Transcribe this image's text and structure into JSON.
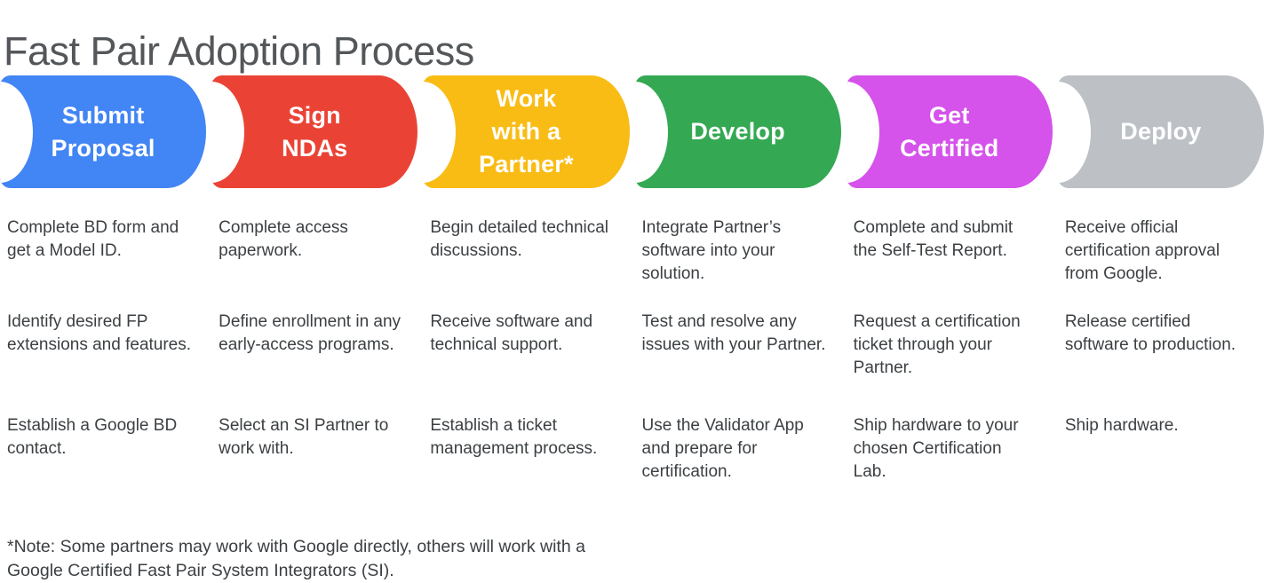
{
  "title": "Fast Pair Adoption Process",
  "footnote": "*Note: Some partners may work with Google directly, others will work with a Google Certified Fast Pair System Integrators (SI).",
  "colors": {
    "background": "#FFFFFF",
    "title_text": "#54575A",
    "body_text": "#3C4043",
    "step_label_text": "#FFFFFF",
    "step_blue": "#4285F4",
    "step_red": "#EA4335",
    "step_yellow": "#F9BC15",
    "step_green": "#34A853",
    "step_magenta": "#D552EB",
    "step_gray": "#BDC1C6"
  },
  "steps": [
    {
      "title": "Submit\nProposal",
      "color": "#4285F4",
      "items": [
        "Complete BD form and get a Model ID.",
        "Identify desired FP extensions and features.",
        "Establish a Google BD contact."
      ]
    },
    {
      "title": "Sign\nNDAs",
      "color": "#EA4335",
      "items": [
        "Complete access paperwork.",
        "Define enrollment in any early-access programs.",
        "Select an SI Partner to work with."
      ]
    },
    {
      "title": "Work\nwith a\nPartner*",
      "color": "#F9BC15",
      "items": [
        "Begin detailed technical discussions.",
        "Receive software and technical support.",
        "Establish a ticket management process."
      ]
    },
    {
      "title": "Develop",
      "color": "#34A853",
      "items": [
        "Integrate Partner’s software into your solution.",
        "Test and resolve any issues with your Partner.",
        "Use the Validator App and prepare for certification."
      ]
    },
    {
      "title": "Get\nCertified",
      "color": "#D552EB",
      "items": [
        "Complete and submit the Self-Test Report.",
        "Request a certification ticket through your Partner.",
        "Ship hardware to your chosen Certification Lab."
      ]
    },
    {
      "title": "Deploy",
      "color": "#BDC1C6",
      "items": [
        "Receive official certification approval from Google.",
        "Release certified software to production.",
        "Ship hardware."
      ]
    }
  ]
}
